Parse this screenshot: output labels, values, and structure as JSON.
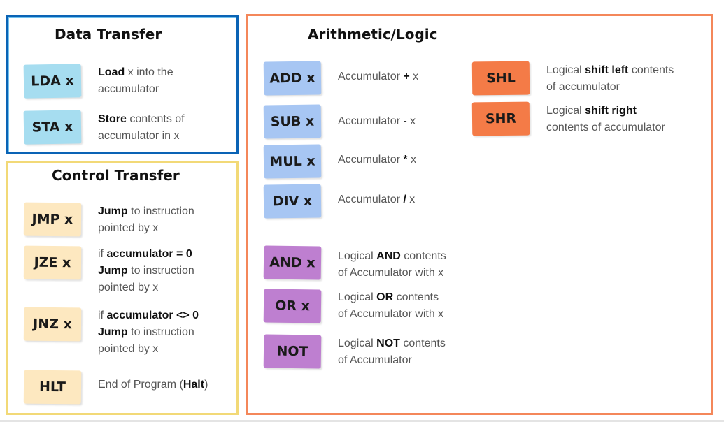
{
  "data_transfer": {
    "title": "Data Transfer",
    "items": [
      {
        "code": "LDA x",
        "parts": [
          [
            "b",
            "Load"
          ],
          [
            "t",
            " x into the"
          ],
          [
            "br",
            ""
          ],
          [
            "t",
            "accumulator"
          ]
        ]
      },
      {
        "code": "STA x",
        "parts": [
          [
            "b",
            "Store"
          ],
          [
            "t",
            " contents of"
          ],
          [
            "br",
            ""
          ],
          [
            "t",
            "accumulator in x"
          ]
        ]
      }
    ]
  },
  "control_transfer": {
    "title": "Control Transfer",
    "items": [
      {
        "code": "JMP x",
        "parts": [
          [
            "b",
            "Jump"
          ],
          [
            "t",
            " to instruction"
          ],
          [
            "br",
            ""
          ],
          [
            "t",
            "pointed by x"
          ]
        ]
      },
      {
        "code": "JZE x",
        "parts": [
          [
            "t",
            "if "
          ],
          [
            "b",
            "accumulator = 0"
          ],
          [
            "br",
            ""
          ],
          [
            "b",
            "Jump"
          ],
          [
            "t",
            " to instruction"
          ],
          [
            "br",
            ""
          ],
          [
            "t",
            "pointed by x"
          ]
        ]
      },
      {
        "code": "JNZ x",
        "parts": [
          [
            "t",
            "if "
          ],
          [
            "b",
            "accumulator <> 0"
          ],
          [
            "br",
            ""
          ],
          [
            "b",
            "Jump"
          ],
          [
            "t",
            " to instruction"
          ],
          [
            "br",
            ""
          ],
          [
            "t",
            "pointed by x"
          ]
        ]
      },
      {
        "code": "HLT",
        "parts": [
          [
            "t",
            "End of Program ("
          ],
          [
            "b",
            "Halt"
          ],
          [
            "t",
            ")"
          ]
        ]
      }
    ]
  },
  "arithmetic_logic": {
    "title": "Arithmetic/Logic",
    "arith": [
      {
        "code": "ADD x",
        "parts": [
          [
            "t",
            "Accumulator "
          ],
          [
            "b",
            "+"
          ],
          [
            "t",
            " x"
          ]
        ]
      },
      {
        "code": "SUB x",
        "parts": [
          [
            "t",
            "Accumulator "
          ],
          [
            "b",
            "-"
          ],
          [
            "t",
            " x"
          ]
        ]
      },
      {
        "code": "MUL x",
        "parts": [
          [
            "t",
            "Accumulator "
          ],
          [
            "b",
            "*"
          ],
          [
            "t",
            " x"
          ]
        ]
      },
      {
        "code": "DIV x",
        "parts": [
          [
            "t",
            "Accumulator "
          ],
          [
            "b",
            "/"
          ],
          [
            "t",
            " x"
          ]
        ]
      }
    ],
    "logic": [
      {
        "code": "AND x",
        "parts": [
          [
            "t",
            "Logical "
          ],
          [
            "b",
            "AND"
          ],
          [
            "t",
            " contents"
          ],
          [
            "br",
            ""
          ],
          [
            "t",
            "of Accumulator with x"
          ]
        ]
      },
      {
        "code": "OR x",
        "parts": [
          [
            "t",
            "Logical "
          ],
          [
            "b",
            "OR"
          ],
          [
            "t",
            " contents"
          ],
          [
            "br",
            ""
          ],
          [
            "t",
            "of Accumulator with x"
          ]
        ]
      },
      {
        "code": "NOT",
        "parts": [
          [
            "t",
            "Logical "
          ],
          [
            "b",
            "NOT"
          ],
          [
            "t",
            " contents"
          ],
          [
            "br",
            ""
          ],
          [
            "t",
            "of Accumulator"
          ]
        ]
      }
    ],
    "shift": [
      {
        "code": "SHL",
        "parts": [
          [
            "t",
            "Logical "
          ],
          [
            "b",
            "shift left"
          ],
          [
            "t",
            " contents"
          ],
          [
            "br",
            ""
          ],
          [
            "t",
            "of accumulator"
          ]
        ]
      },
      {
        "code": "SHR",
        "parts": [
          [
            "t",
            "Logical "
          ],
          [
            "b",
            "shift right"
          ],
          [
            "br",
            ""
          ],
          [
            "t",
            "contents of accumulator"
          ]
        ]
      }
    ]
  },
  "colors": {
    "data_border": "#0a63b5",
    "control_border": "#f2d977",
    "arith_border": "#f4875a",
    "chip_data": "#a6ddf0",
    "chip_control": "#fde8c0",
    "chip_arith": "#a7c6f3",
    "chip_logic": "#be7fd0",
    "chip_shift": "#f47b47"
  }
}
